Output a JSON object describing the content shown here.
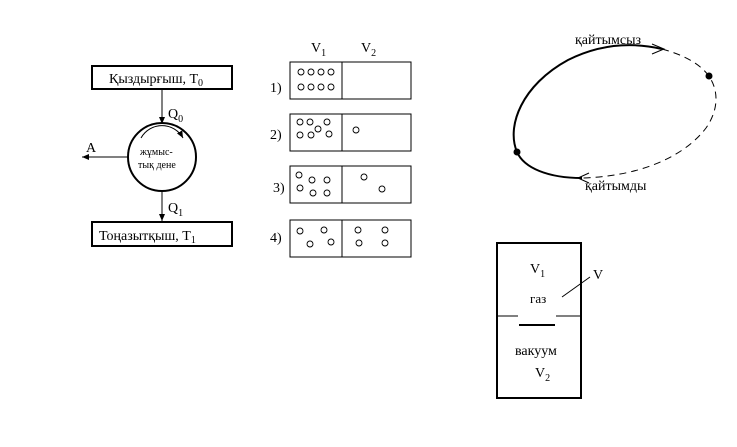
{
  "heat_engine": {
    "heater_label": "Қыздырғыш, T",
    "heater_sub": "0",
    "cooler_label": "Тоңазытқыш, T",
    "cooler_sub": "1",
    "q0_label": "Q",
    "q0_sub": "0",
    "q1_label": "Q",
    "q1_sub": "1",
    "work_label": "A",
    "body_line1": "жұмыс-",
    "body_line2": "тық дене"
  },
  "expansion": {
    "v1_label": "V",
    "v1_sub": "1",
    "v2_label": "V",
    "v2_sub": "2",
    "rows": [
      {
        "label": "1)"
      },
      {
        "label": "2)"
      },
      {
        "label": "3)"
      },
      {
        "label": "4)"
      }
    ]
  },
  "cycle": {
    "irreversible_label": "қайтымсыз",
    "reversible_label": "қайтымды"
  },
  "vessel": {
    "v1_label": "V",
    "v1_sub": "1",
    "gas_label": "газ",
    "partition_label": "V",
    "vacuum_label": "вакуум",
    "v2_label": "V",
    "v2_sub": "2"
  },
  "colors": {
    "ink": "#000000",
    "background": "#ffffff"
  }
}
